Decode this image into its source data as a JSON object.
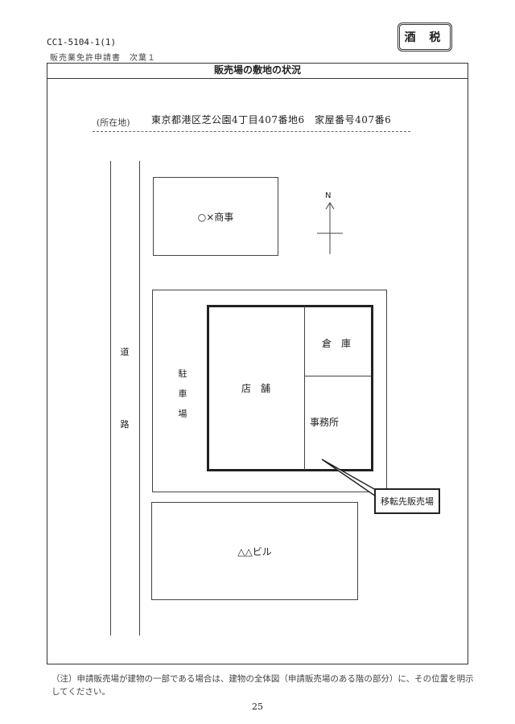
{
  "header": {
    "form_code": "CC1-5104-1(1)",
    "subtitle": "販売業免許申請書　次葉１",
    "stamp": "酒 税"
  },
  "section": {
    "title": "販売場の敷地の状況"
  },
  "location": {
    "label": "(所在地)",
    "value": "東京都港区芝公園4丁目407番地6　家屋番号407番6"
  },
  "map": {
    "north": "N",
    "road": [
      "道",
      "路"
    ],
    "neighbor_north": "○×商事",
    "parking": [
      "駐",
      "車",
      "場"
    ],
    "store": "店　舗",
    "warehouse": "倉　庫",
    "office": "事務所",
    "callout": "移転先販売場",
    "neighbor_south": "△△ビル"
  },
  "footer": {
    "note": "（注）申請販売場が建物の一部である場合は、建物の全体図（申請販売場のある階の部分）に、その位置を明示してください。",
    "page_number": "25"
  }
}
